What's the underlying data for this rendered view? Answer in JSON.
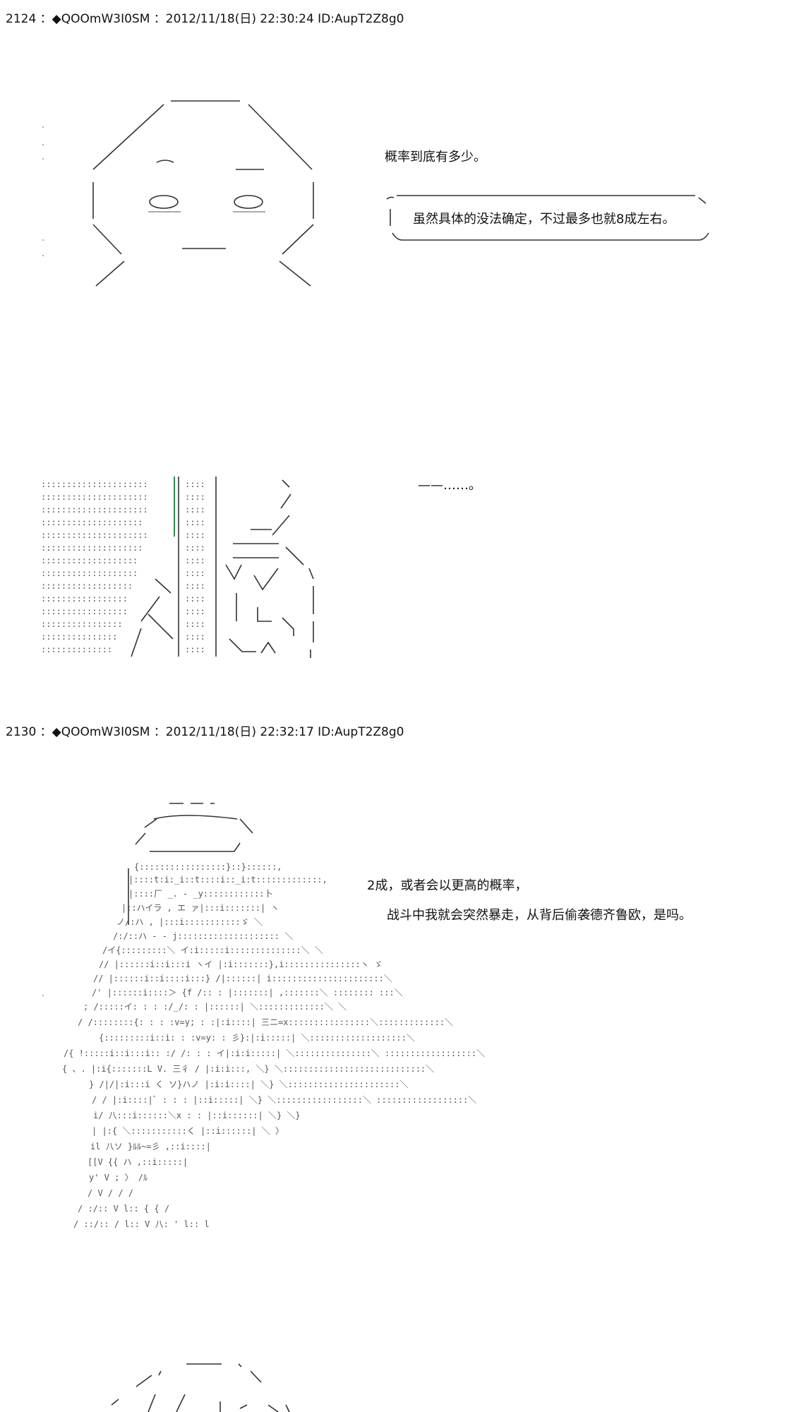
{
  "posts": [
    {
      "header": "2124 ：◆QOOmW3I0SM ：2012/11/18(日) 22:30:24 ID:AupT2Z8g0",
      "lines": [
        "概率到底有多少。",
        "虽然具体的没法确定，不过最多也就8成左右。",
        "——……。"
      ]
    },
    {
      "header": "2130 ：◆QOOmW3I0SM ：2012/11/18(日) 22:32:17 ID:AupT2Z8g0",
      "lines": [
        "2成，或者会以更高的概率，",
        "战斗中我就会突然暴走，从背后偷袭德齐鲁欧，是吗。"
      ]
    }
  ]
}
